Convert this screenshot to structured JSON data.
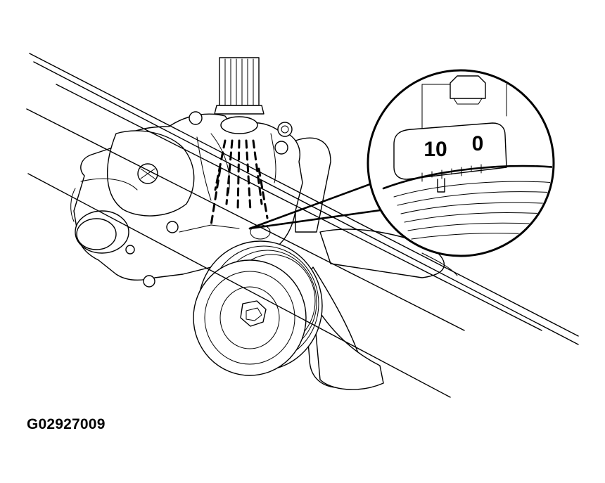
{
  "figure_id": "G02927009",
  "magnified_scale": {
    "label_left": "10",
    "label_right": "0"
  }
}
